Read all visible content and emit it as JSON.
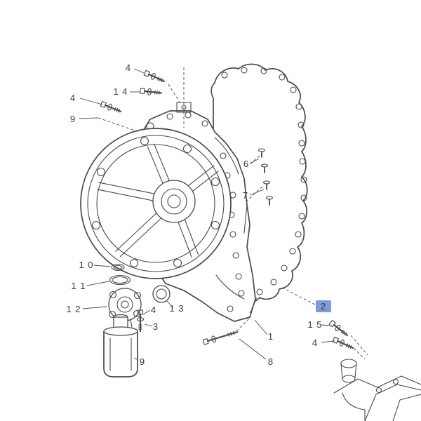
{
  "page": {
    "background": "#ffffff"
  },
  "diagram": {
    "stroke_color": "#4a4a4a",
    "highlight": {
      "fill": "#7f9cd9",
      "text_color": "#111111"
    },
    "callouts": [
      {
        "label": "4"
      },
      {
        "label": "1 4"
      },
      {
        "label": "4"
      },
      {
        "label": "9"
      },
      {
        "label": "6"
      },
      {
        "label": "7"
      },
      {
        "label": "1 0"
      },
      {
        "label": "1 1"
      },
      {
        "label": "1 2"
      },
      {
        "label": "4"
      },
      {
        "label": "3"
      },
      {
        "label": "1 3"
      },
      {
        "label": "1"
      },
      {
        "label": "8"
      },
      {
        "label": "2"
      },
      {
        "label": "1 5"
      },
      {
        "label": "4"
      },
      {
        "label": "9"
      }
    ]
  }
}
